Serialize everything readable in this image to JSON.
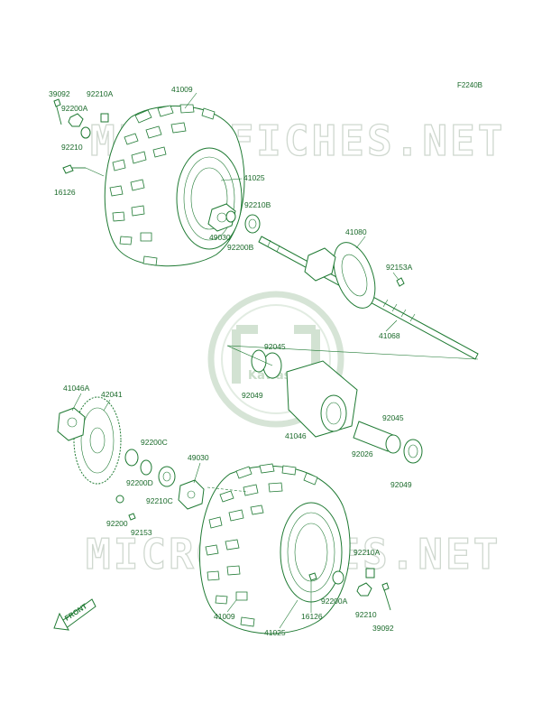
{
  "figure_code": "F2240B",
  "watermark": "MICROFICHES.NET",
  "logo": "Kawasaki",
  "front_marker": "FRONT",
  "labels": {
    "l39092_top": "39092",
    "l92210A_top": "92210A",
    "l41009_top": "41009",
    "l92200A_top": "92200A",
    "l92210_top": "92210",
    "l16126_top": "16126",
    "l41025_top": "41025",
    "l92210B": "92210B",
    "l49030_top": "49030",
    "l92200B": "92200B",
    "l41080": "41080",
    "l92153A": "92153A",
    "l41068": "41068",
    "l92045_mid": "92045",
    "l92049_mid": "92049",
    "l41046": "41046",
    "l92045_right": "92045",
    "l92026": "92026",
    "l92049_right": "92049",
    "l41046A": "41046A",
    "l42041": "42041",
    "l92200C": "92200C",
    "l92200D": "92200D",
    "l49030_bot": "49030",
    "l92210C": "92210C",
    "l92200": "92200",
    "l92153": "92153",
    "l92210A_bot": "92210A",
    "l92200A_bot": "92200A",
    "l92210_bot": "92210",
    "l39092_bot": "39092",
    "l41009_bot": "41009",
    "l16126_bot": "16126",
    "l41025_bot": "41025"
  },
  "colors": {
    "line": "#1f7a33",
    "text": "#1a6a2a",
    "watermark": "#cfd8cf",
    "background": "#ffffff"
  }
}
